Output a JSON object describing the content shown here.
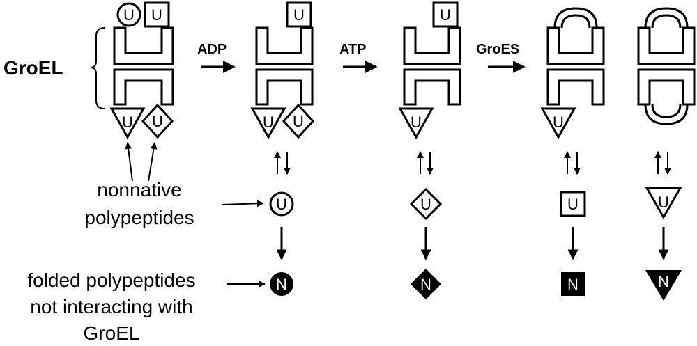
{
  "labels": {
    "groel": "GroEL",
    "step1": "ADP",
    "step2": "ATP",
    "step3": "GroES",
    "nonnative_line1": "nonnative",
    "nonnative_line2": "polypeptides",
    "folded_line1": "folded polypeptides",
    "folded_line2": "not interacting with",
    "folded_line3": "GroEL"
  },
  "symbols": {
    "unfolded": "U",
    "native": "N"
  },
  "colors": {
    "ink": "#000000",
    "paper": "#ffffff"
  }
}
